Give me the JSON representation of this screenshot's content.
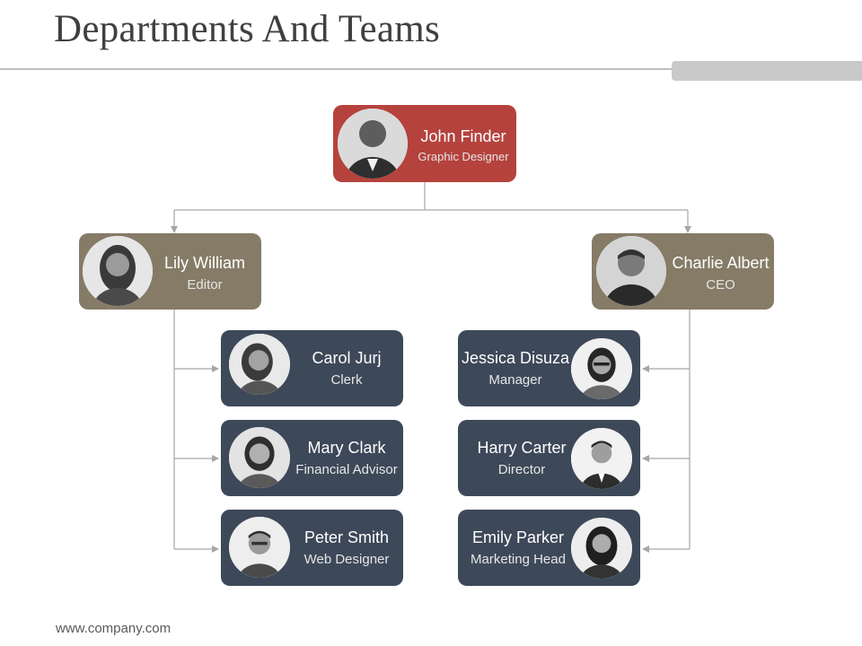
{
  "page": {
    "title": "Departments And Teams",
    "footer": "www.company.com"
  },
  "colors": {
    "root": "#b5423d",
    "manager": "#857b67",
    "staff": "#3d4859",
    "connector": "#a6a6a6"
  },
  "org": {
    "root": {
      "name": "John Finder",
      "role": "Graphic Designer",
      "icon": "person-photo-icon"
    },
    "left": {
      "manager": {
        "name": "Lily William",
        "role": "Editor",
        "icon": "person-photo-icon"
      },
      "reports": [
        {
          "name": "Carol Jurj",
          "role": "Clerk"
        },
        {
          "name": "Mary Clark",
          "role": "Financial Advisor"
        },
        {
          "name": "Peter Smith",
          "role": "Web Designer"
        }
      ]
    },
    "right": {
      "manager": {
        "name": "Charlie Albert",
        "role": "CEO",
        "icon": "person-photo-icon"
      },
      "reports": [
        {
          "name": "Jessica Disuza",
          "role": "Manager"
        },
        {
          "name": "Harry Carter",
          "role": "Director"
        },
        {
          "name": "Emily Parker",
          "role": "Marketing Head"
        }
      ]
    }
  }
}
